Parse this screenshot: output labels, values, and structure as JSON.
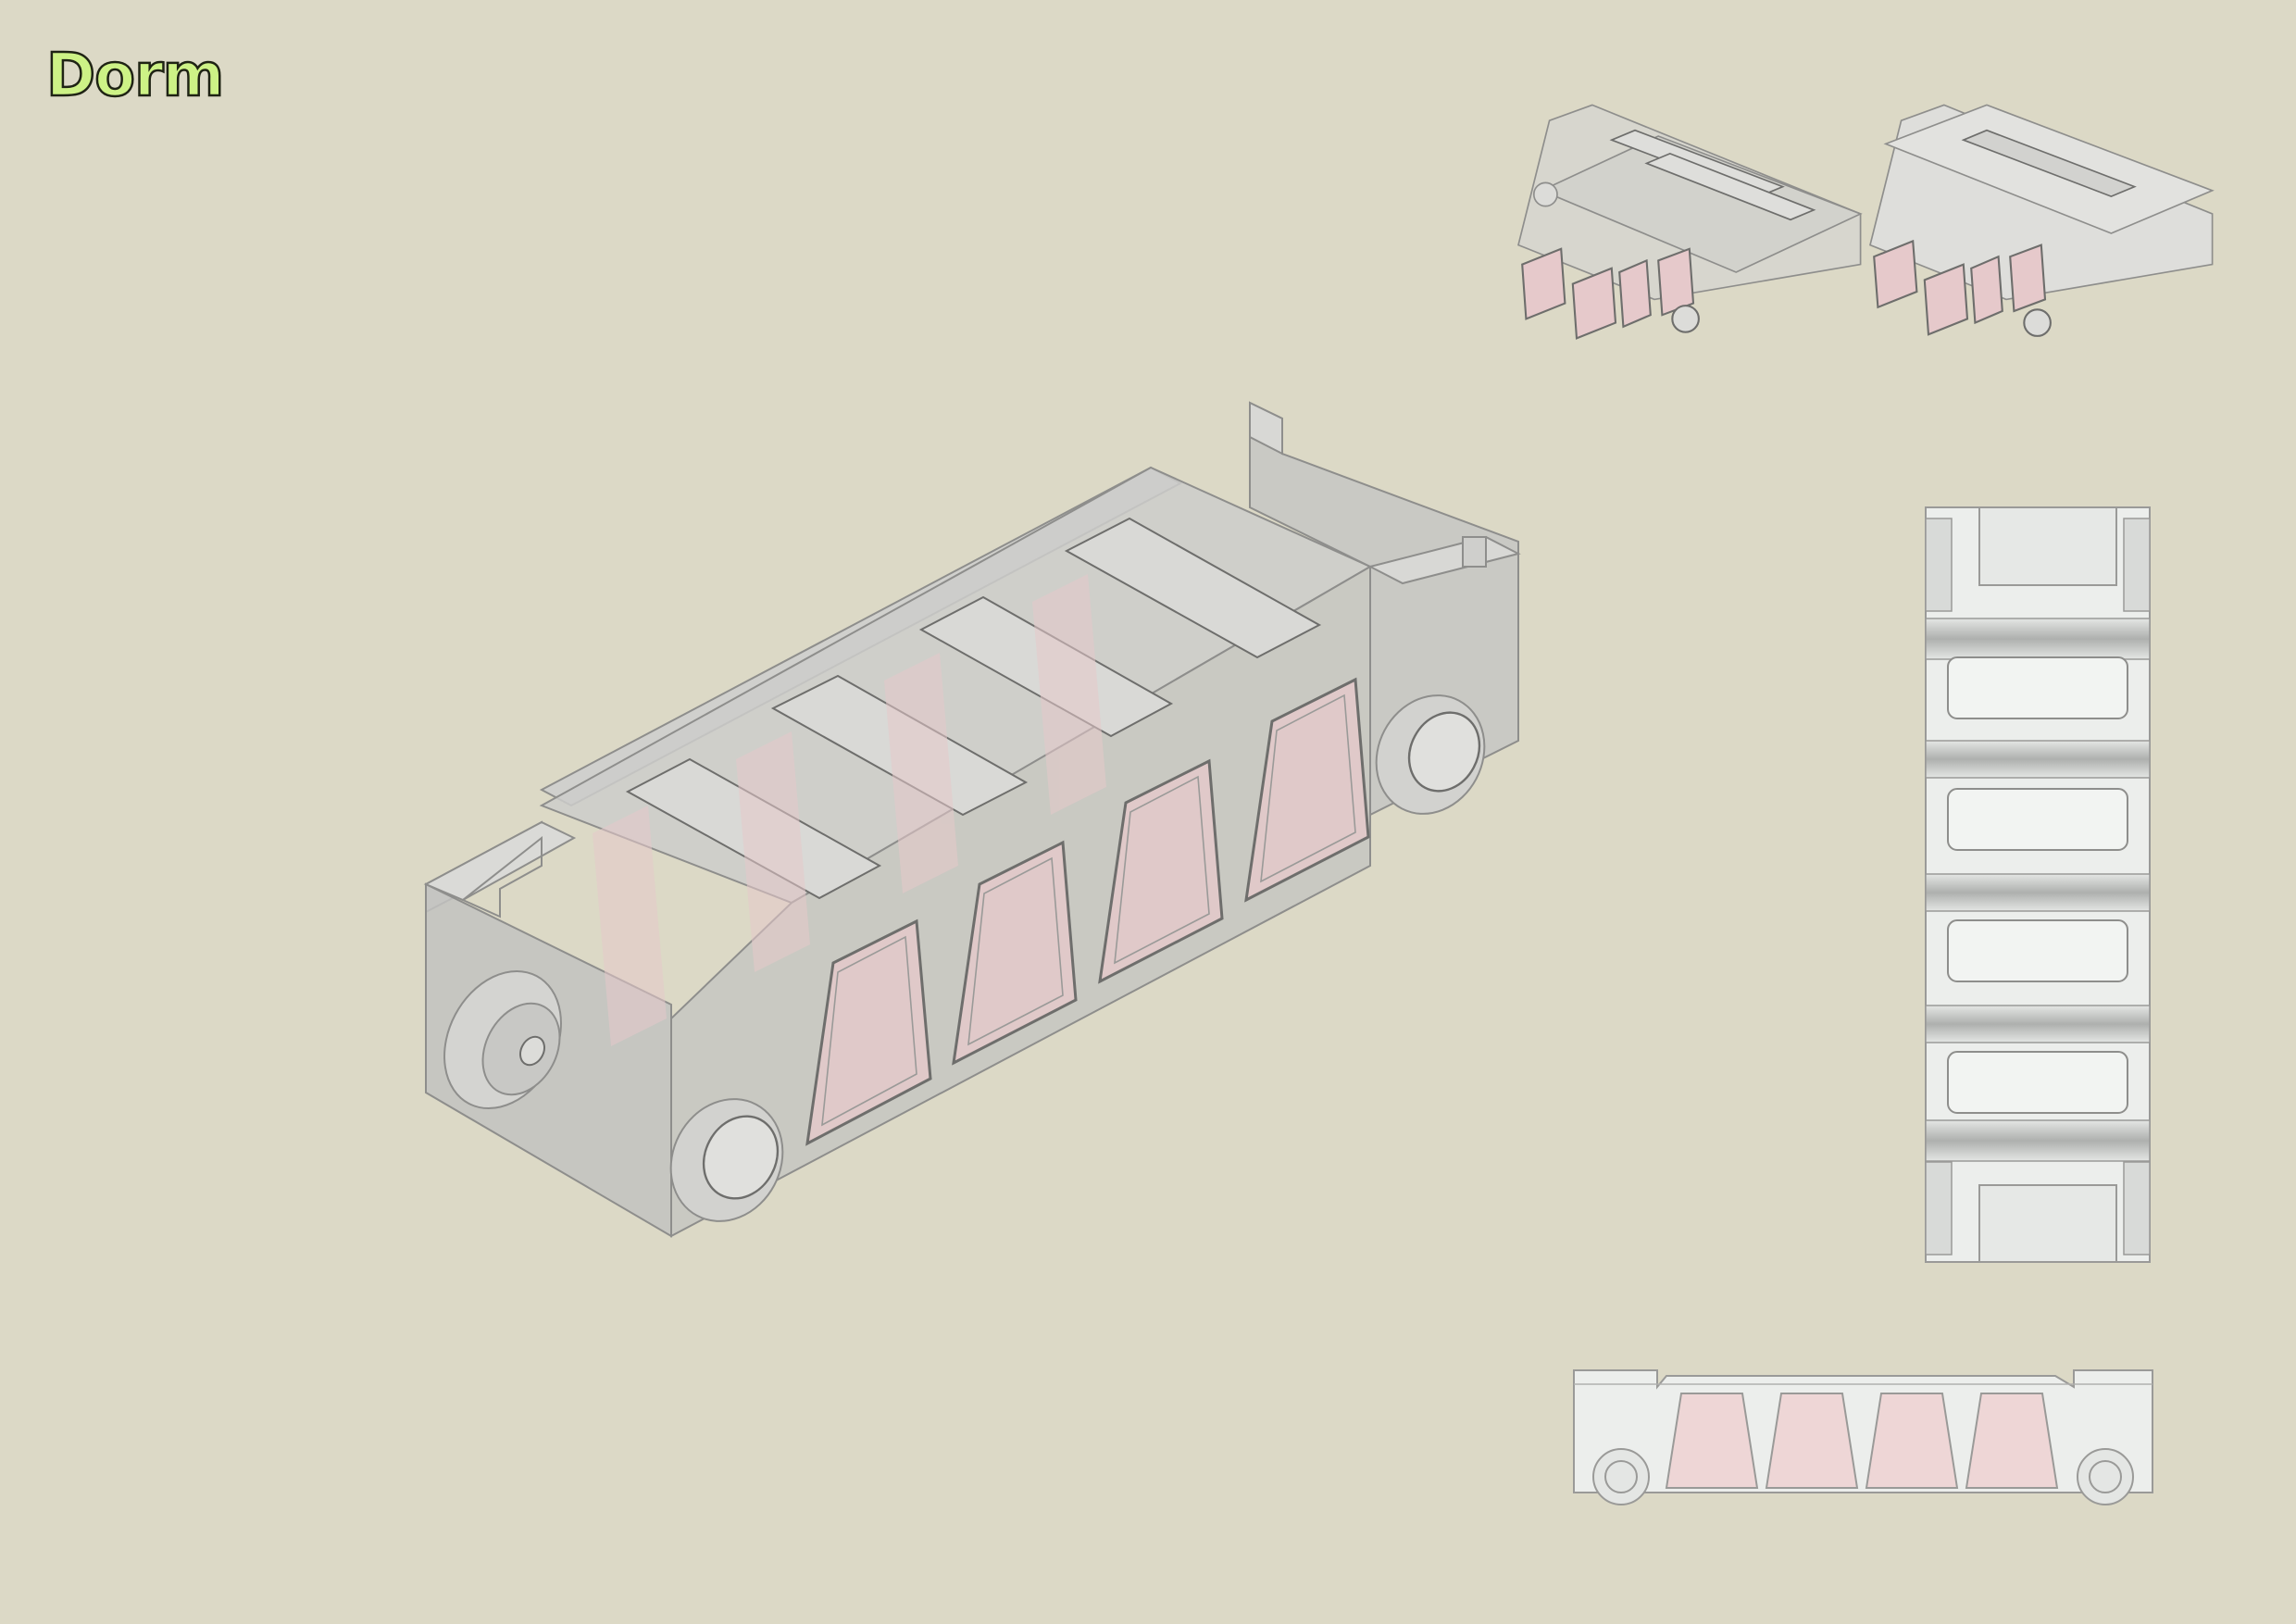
{
  "sheet": {
    "title": "Dorm",
    "title_fill": "#cdf286",
    "title_outline": "#1f2314",
    "background": "#dcd9c6"
  },
  "palette": {
    "body_fill": "#c9c9c6",
    "body_edge": "#8e8e8c",
    "pod_fill": "#e6c9cb",
    "view_fill": "#eef0ee"
  },
  "views": {
    "iso_main": {
      "pods": 4,
      "wheels": 3
    },
    "iso_small": {
      "count": 2
    },
    "top": {
      "slots": 4
    },
    "side": {
      "pods": 4,
      "wheels": 2
    }
  }
}
